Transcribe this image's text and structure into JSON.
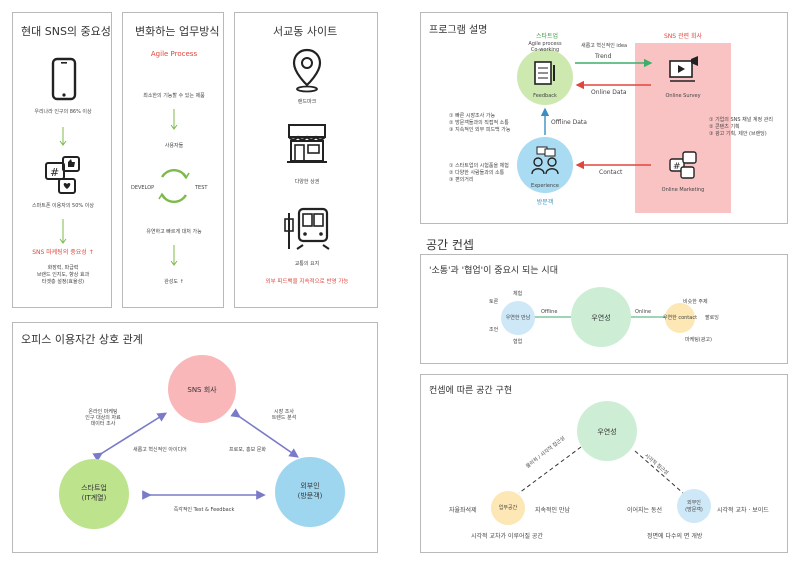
{
  "p1": {
    "title": "현대 SNS의 중요성",
    "stat1": "우리나라 인구의 86% 이상",
    "stat2": "스마트폰 이용자의 50% 이상",
    "importance": "SNS 마케팅의 중요성 ↑",
    "detail_1": "화장력, 파급력",
    "detail_2": "브랜드 인지도, 향상 효과",
    "detail_3": "타겟층 설정(효율성)"
  },
  "p2": {
    "title": "변화하는 업무방식",
    "subtitle": "Agile Process",
    "product": "최소한의 기능할 수 있는 제품",
    "users": "사용자들",
    "develop": "DEVELOP",
    "test": "TEST",
    "flex": "유연하고 빠르게 대처 가능",
    "completion": "완성도 ↑"
  },
  "p3": {
    "title": "서교동 사이트",
    "landmark": "랜드마크",
    "shops": "다양한 상권",
    "transit": "교통의 요지",
    "feedback": "외부 피드백을 지속적으로 반영 가능"
  },
  "p4": {
    "title": "오피스 이용자간 상호 관계",
    "sns": "SNS 회사",
    "startup_1": "스타트업",
    "startup_2": "(IT계열)",
    "outsider_1": "외부인",
    "outsider_2": "(방문객)",
    "left_1": "온라인 마케팅",
    "left_2": "인구 대상의 자료",
    "left_3": "데이터 조사",
    "ideas": "새롭고 혁신적인 아이디어",
    "right_1": "시장 조사",
    "right_2": "트렌드 분석",
    "promo": "프로모, 홍보 문화",
    "bottom": "즉각적인 Test & Feedback"
  },
  "p5": {
    "title": "프로그램 설명",
    "startup": "스타트업",
    "startup_sub_1": "Agile process",
    "startup_sub_2": "Co-working",
    "feedback": "Feedback",
    "sns_company": "SNS 관련 회사",
    "idea": "새롭고 혁신적인 idea",
    "trend": "Trend",
    "online_data": "Online Data",
    "offline_data": "Offline Data",
    "contact": "Contact",
    "online_survey": "Online Survey",
    "online_marketing": "Online Marketing",
    "visitor": "방문객",
    "experience": "Experience",
    "left_a_1": "① 빠른 시장조사 가능",
    "left_a_2": "② 방문객들과의 직접적 소통",
    "left_a_3": "③ 지속적인 외부 피드백 가능",
    "left_b_1": "① 스타트업의 시험품을 체험",
    "left_b_2": "② 다양한 사람들과의 소통",
    "left_b_3": "③ 편의거리",
    "right_1": "① 기업의 SNS 채널 계정 관리",
    "right_2": "② 콘텐츠 기획",
    "right_3": "③ 광고 기획, 제안 (브랜딩)"
  },
  "section_title": "공간 컨셉",
  "p6": {
    "title": "'소통'과 '협업'이 중요시 되는 시대",
    "left_circle": "우연한 만남",
    "center_circle": "우연성",
    "right_circle": "우연한 contact",
    "offline": "Offline",
    "online": "Online",
    "l_top": "체험",
    "l_left1": "토론",
    "l_left2": "조언",
    "l_bottom": "협업",
    "r_1": "비슷한 주제",
    "r_2": "팔로잉",
    "r_3": "마케팅(광고)"
  },
  "p7": {
    "title": "컨셉에 따른 공간 구현",
    "top": "우연성",
    "left_circle": "업무공간",
    "right_circle_1": "외부인",
    "right_circle_2": "(방문객)",
    "diag_left": "물리적 / 시각적 접근성",
    "diag_right": "시각적 접근성",
    "l_left": "자율좌석제",
    "l_right": "지속적인 만남",
    "l_bottom": "시각적 교차가 이루어질 공간",
    "r_left": "이어지는 동선",
    "r_right": "시각적 교차 · 보이드",
    "r_bottom": "정면에 다수의 면 개방"
  }
}
